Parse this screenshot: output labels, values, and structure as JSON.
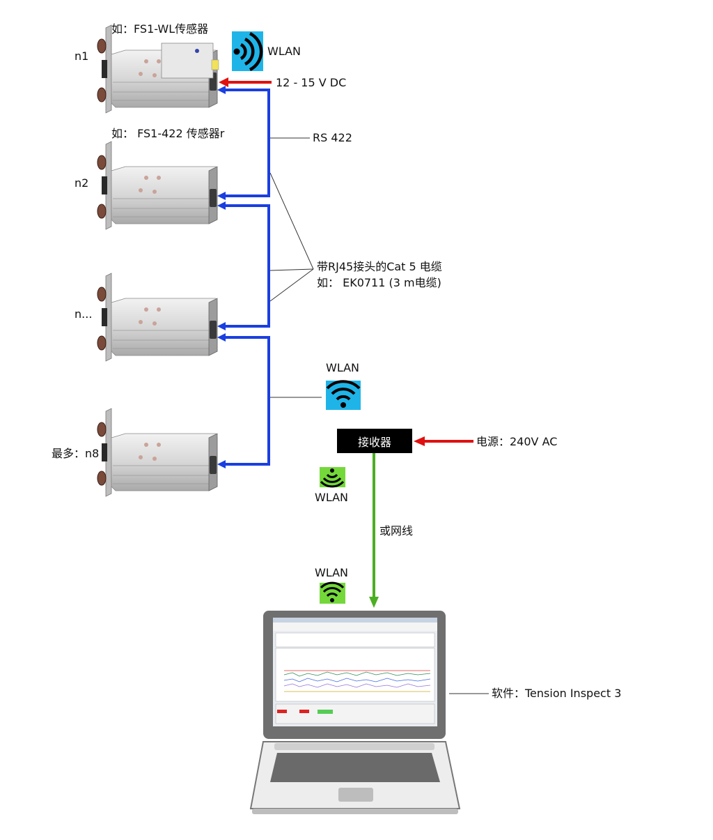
{
  "sensors": {
    "wl_example": "如：FS1-WL传感器",
    "n1": "n1",
    "r422_example": "如： FS1-422 传感器r",
    "n2": "n2",
    "n_dots": "n...",
    "max": "最多：n8"
  },
  "labels": {
    "wlan_top": "WLAN",
    "power_dc": "12 - 15 V DC",
    "rs422": "RS 422",
    "cable_line1": "带RJ45接头的Cat 5 电缆",
    "cable_line2": "如：  EK0711 (3 m电缆)",
    "wlan_mid": "WLAN",
    "wlan_receiver": "WLAN",
    "wlan_laptop": "WLAN",
    "or_network": "或网线",
    "power_ac": "电源：240V AC",
    "software": "软件：Tension Inspect 3"
  },
  "receiver": {
    "label": "接收器"
  },
  "colors": {
    "cable_blue": "#1a3fe0",
    "power_red": "#e01010",
    "link_green": "#4caf22",
    "wlan_blue": "#1fb4e8",
    "wlan_green": "#74d83a"
  },
  "icons": [
    "wifi-icon",
    "sensor-device",
    "laptop-icon"
  ]
}
